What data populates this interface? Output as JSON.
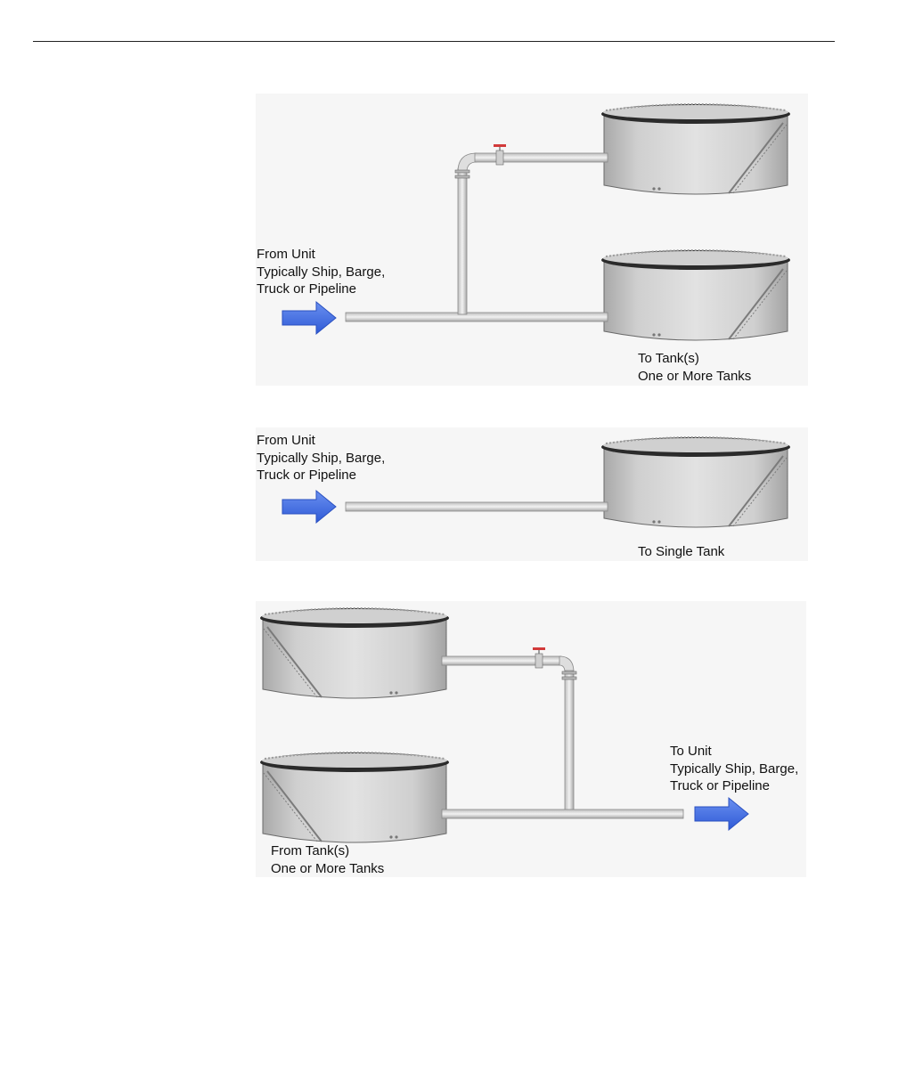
{
  "panel1": {
    "source_label": "From Unit\nTypically Ship, Barge,\nTruck or Pipeline",
    "dest_label": "To Tank(s)\nOne or More Tanks"
  },
  "panel2": {
    "source_label": "From Unit\nTypically Ship, Barge,\nTruck or Pipeline",
    "dest_label": "To Single Tank"
  },
  "panel3": {
    "source_label": "From Tank(s)\nOne or More Tanks",
    "dest_label": "To Unit\nTypically Ship, Barge,\nTruck or Pipeline"
  },
  "colors": {
    "flow_arrow": "#3f6fe6",
    "valve_handle": "#d23a3a",
    "tank_body": "#dcdcdc",
    "pipe": "#e4e4e4",
    "outline": "#555555"
  }
}
